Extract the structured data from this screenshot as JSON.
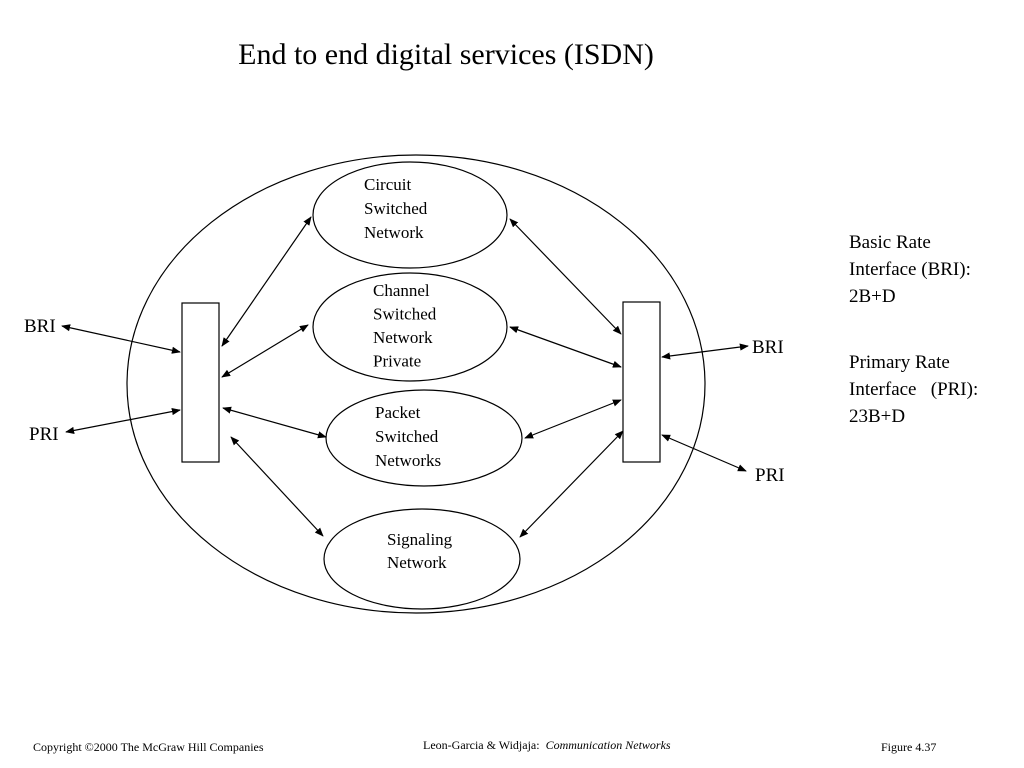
{
  "title": "End to end digital services (ISDN)",
  "networks": {
    "circuit": [
      "Circuit",
      "Switched",
      "Network"
    ],
    "channel": [
      "Channel",
      "Switched",
      "Network",
      "Private"
    ],
    "packet": [
      "Packet",
      "Switched",
      "Networks"
    ],
    "signaling": [
      "Signaling",
      "Network"
    ]
  },
  "ports": {
    "left_bri": "BRI",
    "left_pri": "PRI",
    "right_bri": "BRI",
    "right_pri": "PRI"
  },
  "legend": {
    "bri": [
      "Basic Rate",
      "Interface (BRI):",
      "2B+D"
    ],
    "pri": [
      "Primary Rate",
      "Interface   (PRI):",
      "23B+D"
    ]
  },
  "footer": {
    "copyright": "Copyright ©2000 The McGraw Hill Companies",
    "authors": "Leon-Garcia & Widjaja:",
    "book": "Communication Networks",
    "figure": "Figure 4.37"
  }
}
